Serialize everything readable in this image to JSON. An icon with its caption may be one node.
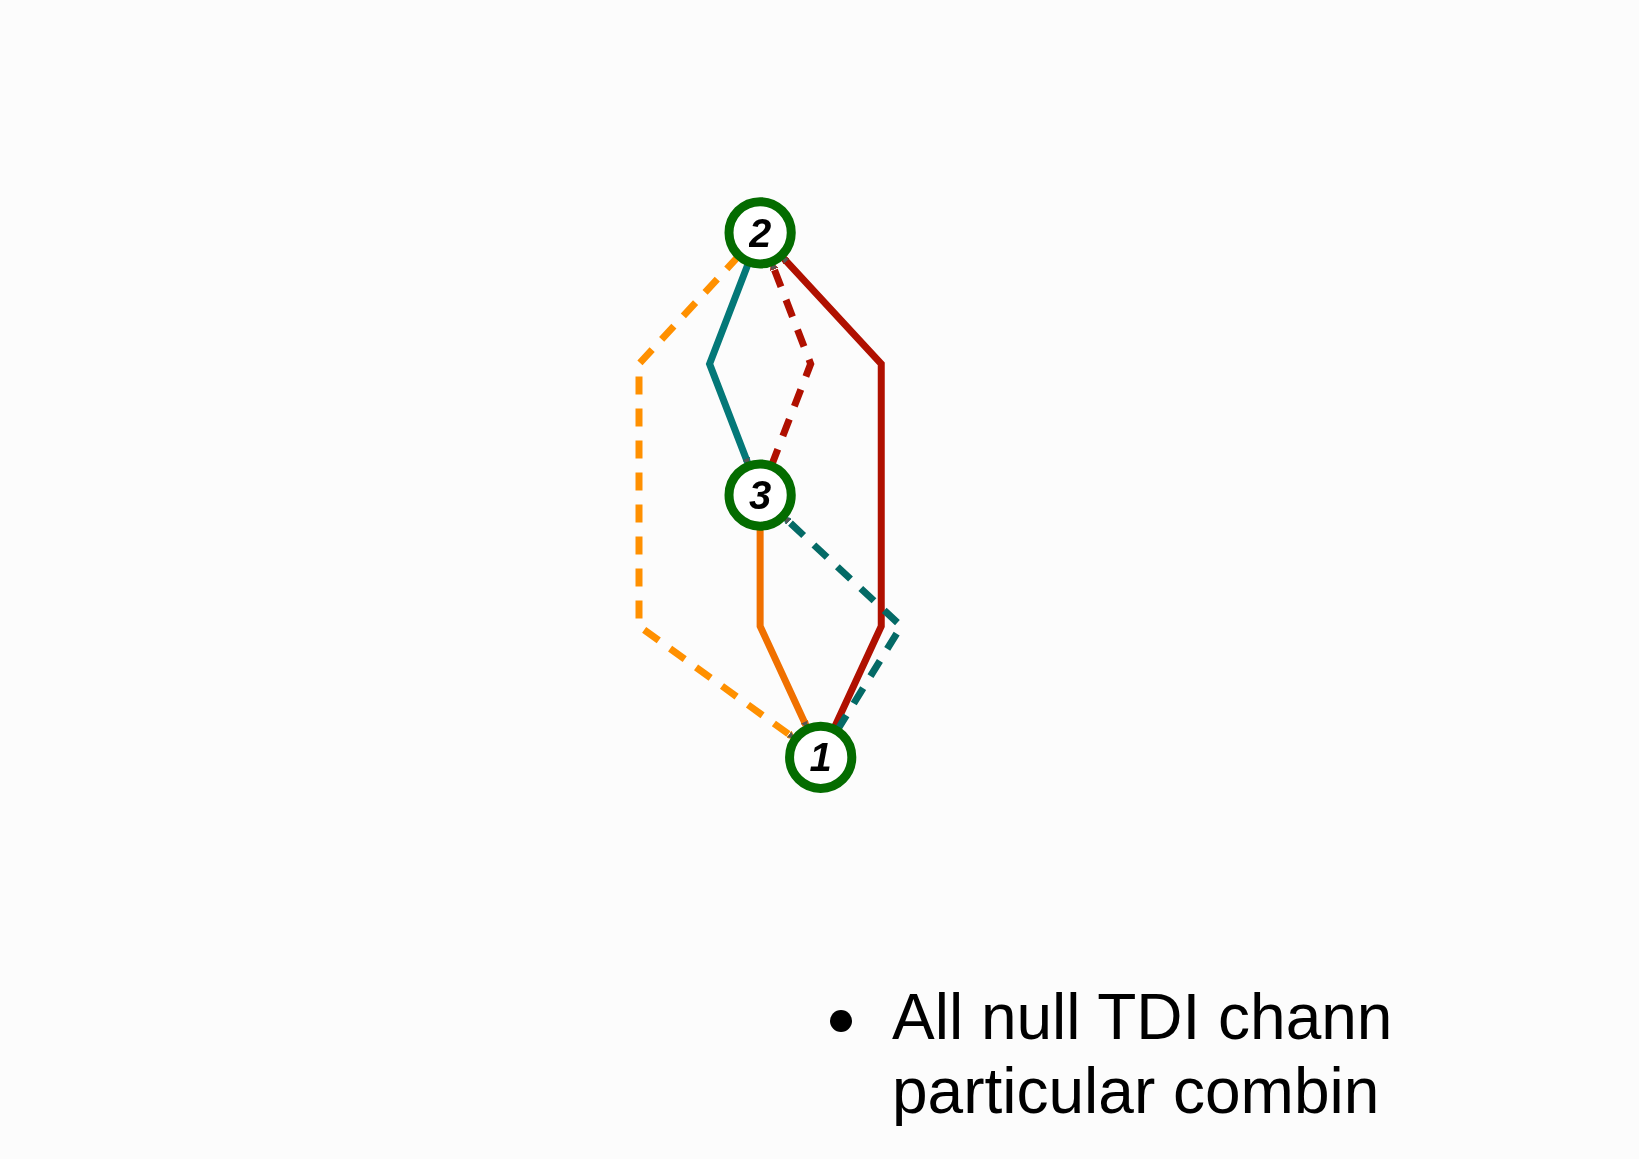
{
  "diagram": {
    "nodes": [
      {
        "text": [
          "2"
        ]
      },
      {
        "text": [
          "3"
        ]
      },
      {
        "text": [
          "1"
        ]
      }
    ],
    "edges": [
      {
        "from": 1,
        "to": 0,
        "arrow": "to",
        "style": "dashed",
        "color": "#b01000"
      },
      {
        "from": 0,
        "to": 1,
        "arrow": "to",
        "color": "#047878"
      },
      {
        "from": 0,
        "to": 2,
        "arrow": "to",
        "style": "dashed",
        "color": "#ff9000"
      },
      {
        "from": 2,
        "to": 0,
        "arrow": "to",
        "color": "#b01000"
      },
      {
        "from": 1,
        "to": 2,
        "arrow": "to",
        "color": "#f07000"
      },
      {
        "from": 2,
        "to": 1,
        "arrow": "to",
        "style": "dashed",
        "color": "#046a66"
      }
    ],
    "labels": [
      "All null TDI chann particular combin"
    ]
  }
}
